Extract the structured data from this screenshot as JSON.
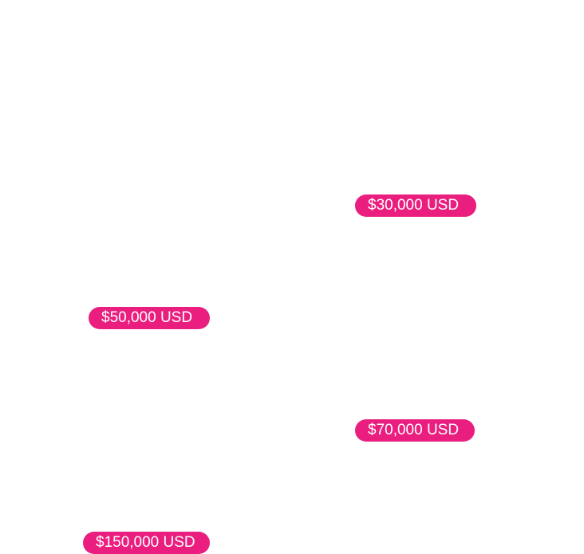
{
  "accent_color": "#ea1e7f",
  "text_color": "#ffffff",
  "price_tags": [
    {
      "label": "$30,000 USD"
    },
    {
      "label": "$50,000 USD"
    },
    {
      "label": "$70,000 USD"
    },
    {
      "label": "$150,000 USD"
    }
  ]
}
